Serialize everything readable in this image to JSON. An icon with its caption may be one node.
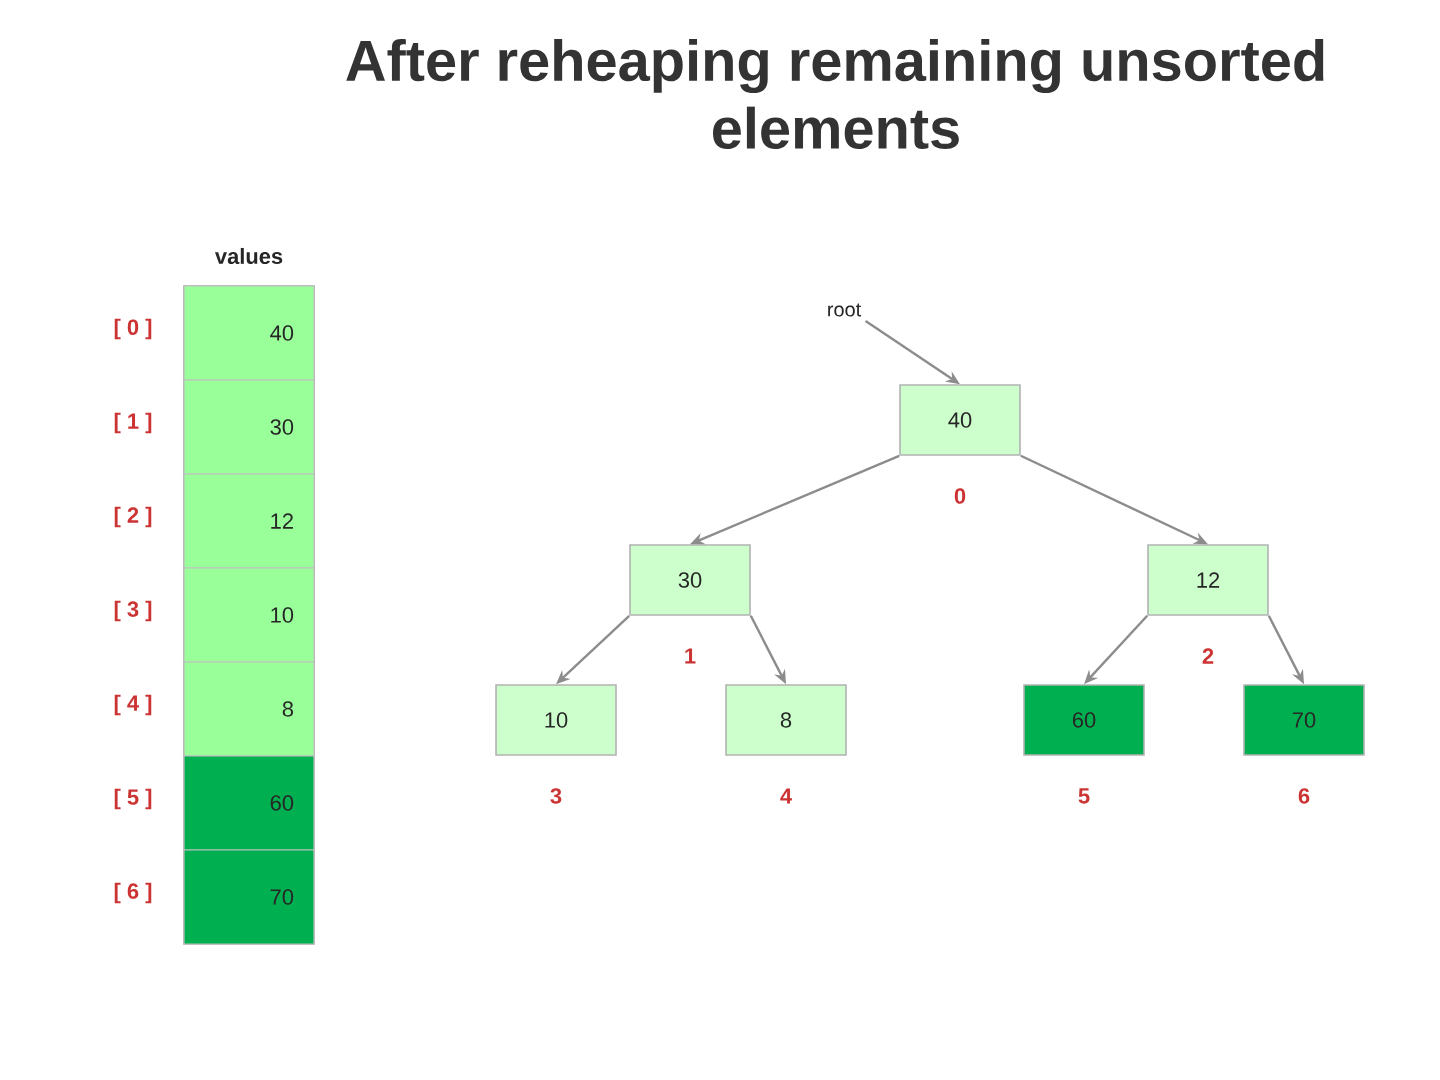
{
  "diagram": {
    "title": "After reheaping remaining unsorted elements",
    "nodes": [
      {
        "text": [
          "values"
        ]
      },
      {
        "text": [
          "40"
        ],
        "in": 0,
        "beside": [
          "[ 0 ]"
        ]
      },
      {
        "text": [
          "30"
        ],
        "in": 0,
        "beside": [
          "[ 1 ]"
        ]
      },
      {
        "text": [
          "12"
        ],
        "in": 0,
        "beside": [
          "[ 2 ]"
        ]
      },
      {
        "text": [
          "10"
        ],
        "in": 0,
        "beside": [
          "[ 3 ]"
        ]
      },
      {
        "text": [
          "8"
        ],
        "in": 0,
        "beside": [
          "[ 4 ]"
        ]
      },
      {
        "text": [
          "60"
        ],
        "in": 0,
        "beside": [
          "[ 5 ]"
        ]
      },
      {
        "text": [
          "70"
        ],
        "in": 0,
        "beside": [
          "[ 6 ]"
        ]
      },
      {
        "text": [
          "root"
        ]
      },
      {
        "text": [
          "40"
        ],
        "beside": [
          "0"
        ]
      },
      {
        "text": [
          "30"
        ],
        "beside": [
          "1"
        ]
      },
      {
        "text": [
          "12"
        ],
        "beside": [
          "2"
        ]
      },
      {
        "text": [
          "10"
        ],
        "beside": [
          "3"
        ]
      },
      {
        "text": [
          "8"
        ],
        "beside": [
          "4"
        ]
      },
      {
        "text": [
          "60"
        ],
        "beside": [
          "5"
        ]
      },
      {
        "text": [
          "70"
        ],
        "beside": [
          "6"
        ]
      }
    ],
    "edges": [
      {
        "from": 8,
        "to": 9,
        "arrow": "to"
      },
      {
        "from": 9,
        "to": 10,
        "arrow": "to"
      },
      {
        "from": 9,
        "to": 11,
        "arrow": "to"
      },
      {
        "from": 10,
        "to": 12,
        "arrow": "to"
      },
      {
        "from": 10,
        "to": 13,
        "arrow": "to"
      },
      {
        "from": 11,
        "to": 14,
        "arrow": "to"
      },
      {
        "from": 11,
        "to": 15,
        "arrow": "to"
      }
    ]
  }
}
